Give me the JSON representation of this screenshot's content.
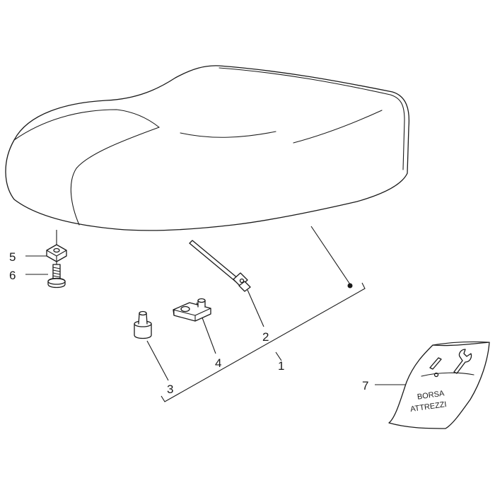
{
  "callouts": {
    "c1": "1",
    "c2": "2",
    "c3": "3",
    "c4": "4",
    "c5": "5",
    "c6": "6",
    "c7": "7"
  },
  "tool_bag": {
    "line1": "BORSA",
    "line2": "ATTREZZI"
  },
  "colors": {
    "line": "#1a1a1a",
    "background": "#ffffff"
  }
}
